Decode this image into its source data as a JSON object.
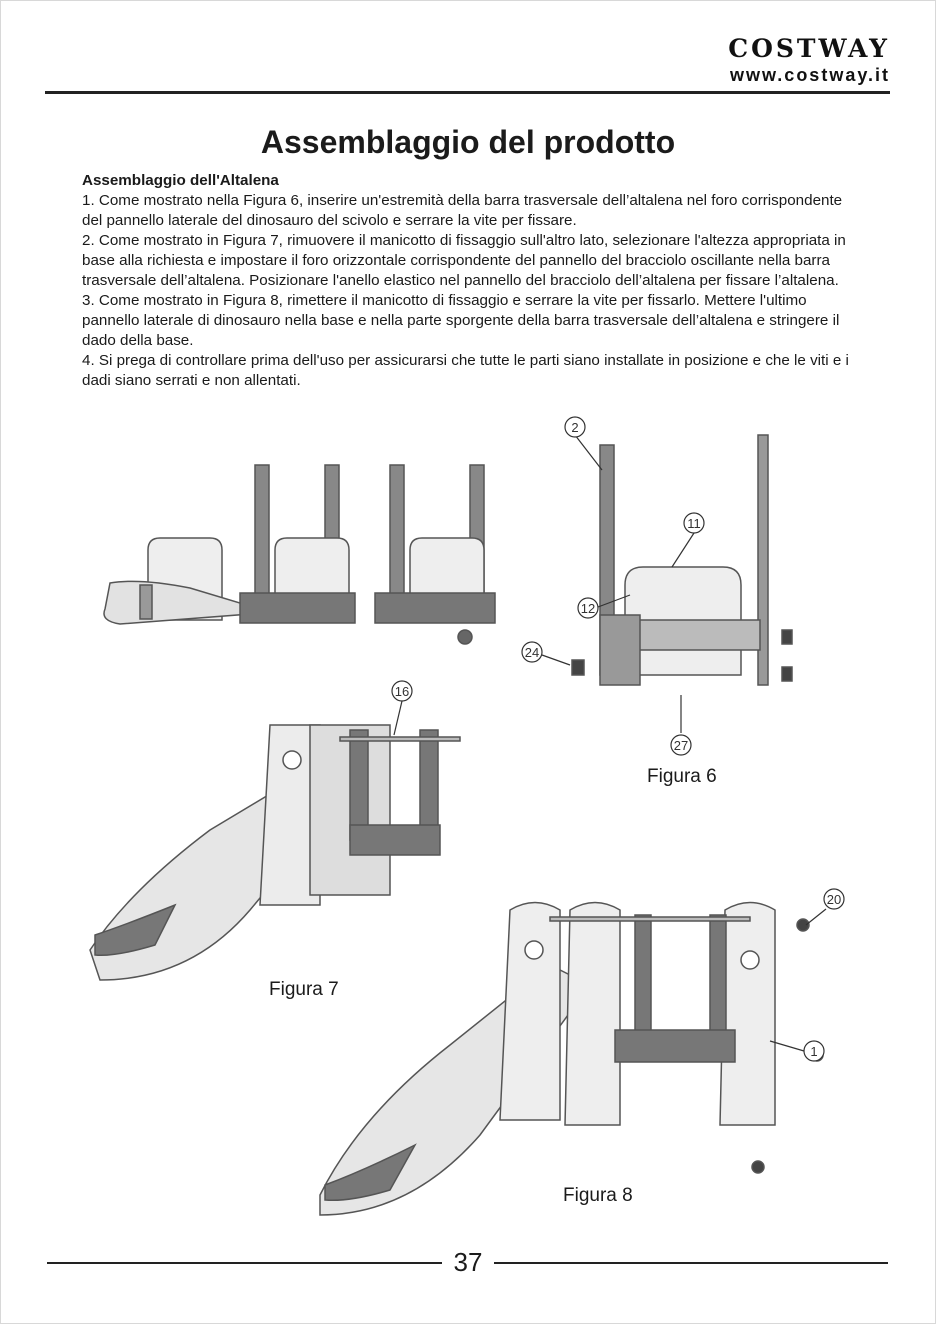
{
  "brand": {
    "name": "COSTWAY",
    "url": "www.costway.it"
  },
  "title": "Assemblaggio del prodotto",
  "section": {
    "heading": "Assemblaggio dell'Altalena",
    "steps": [
      "1. Come mostrato nella Figura 6, inserire un'estremità della barra trasversale dell’altalena nel foro corrispondente del pannello laterale del dinosauro del scivolo e serrare la vite per fissare.",
      "2. Come mostrato in Figura 7, rimuovere il manicotto di fissaggio sull'altro lato, selezionare l'altezza appropriata in base alla richiesta e impostare il foro orizzontale corrispondente del pannello del bracciolo oscillante nella barra trasversale dell’altalena. Posizionare l'anello elastico nel pannello del bracciolo dell’altalena per fissare l’altalena.",
      "3. Come mostrato in Figura 8, rimettere il manicotto di fissaggio e serrare la vite per fissarlo. Mettere l'ultimo pannello laterale di dinosauro nella base e nella parte sporgente della barra trasversale dell’altalena e stringere il dado della base.",
      "4. Si prega di controllare prima dell'uso per assicurarsi che tutte le parti siano installate in posizione e che le viti e i dadi siano serrati e non allentati."
    ]
  },
  "figures": {
    "fig6_label": "Figura 6",
    "fig7_label": "Figura 7",
    "fig8_label": "Figura 8",
    "callouts": [
      "2",
      "11",
      "12",
      "24",
      "27",
      "16",
      "20",
      "1"
    ]
  },
  "page_number": "37"
}
